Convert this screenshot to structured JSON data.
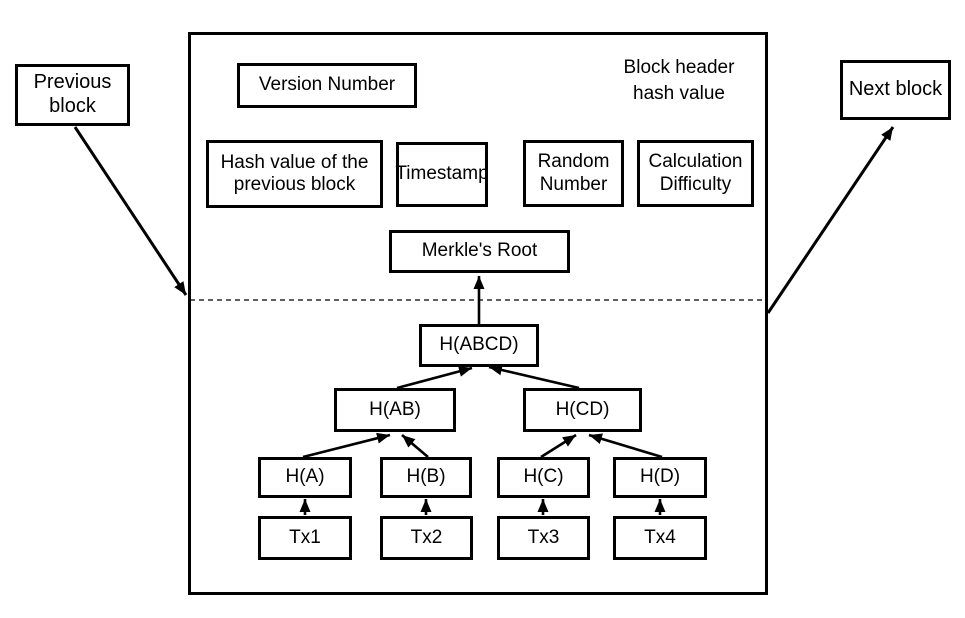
{
  "colors": {
    "line": "#000000",
    "background": "#ffffff"
  },
  "external": {
    "previous_block": "Previous block",
    "next_block": "Next block"
  },
  "block_header": {
    "version_number": "Version Number",
    "previous_hash": "Hash value of the previous block",
    "timestamp": "Timestamp",
    "random_number": "Random Number",
    "calculation_difficulty": "Calculation Difficulty",
    "header_hash_label": "Block header hash value",
    "merkle_root": "Merkle's Root"
  },
  "merkle_tree": {
    "root": "H(ABCD)",
    "level2": [
      "H(AB)",
      "H(CD)"
    ],
    "level3": [
      "H(A)",
      "H(B)",
      "H(C)",
      "H(D)"
    ],
    "transactions": [
      "Tx1",
      "Tx2",
      "Tx3",
      "Tx4"
    ]
  }
}
